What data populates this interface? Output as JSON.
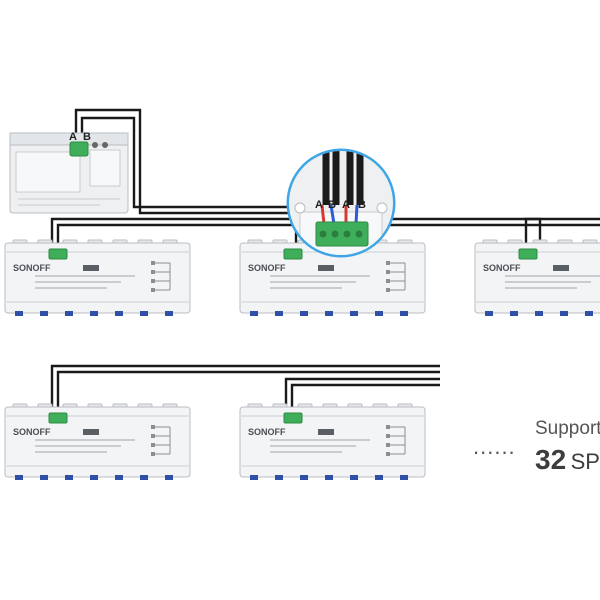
{
  "gateway": {
    "terminal_labels": [
      "A",
      "B"
    ]
  },
  "callout": {
    "terminal_labels": [
      "A",
      "B",
      "A",
      "B"
    ]
  },
  "modules": {
    "brand": "SONOFF"
  },
  "support": {
    "prefix": "Support",
    "count": "32",
    "unit": "SPM",
    "ellipsis": "......"
  },
  "colors": {
    "cable": "#1a1a1a",
    "wire_red": "#d63a2f",
    "wire_blue": "#2f5bd6",
    "terminal_green": "#3fae5a",
    "callout_ring": "#3ea6e6",
    "module_body": "#f3f4f5",
    "module_outline": "#b9bdc2"
  }
}
